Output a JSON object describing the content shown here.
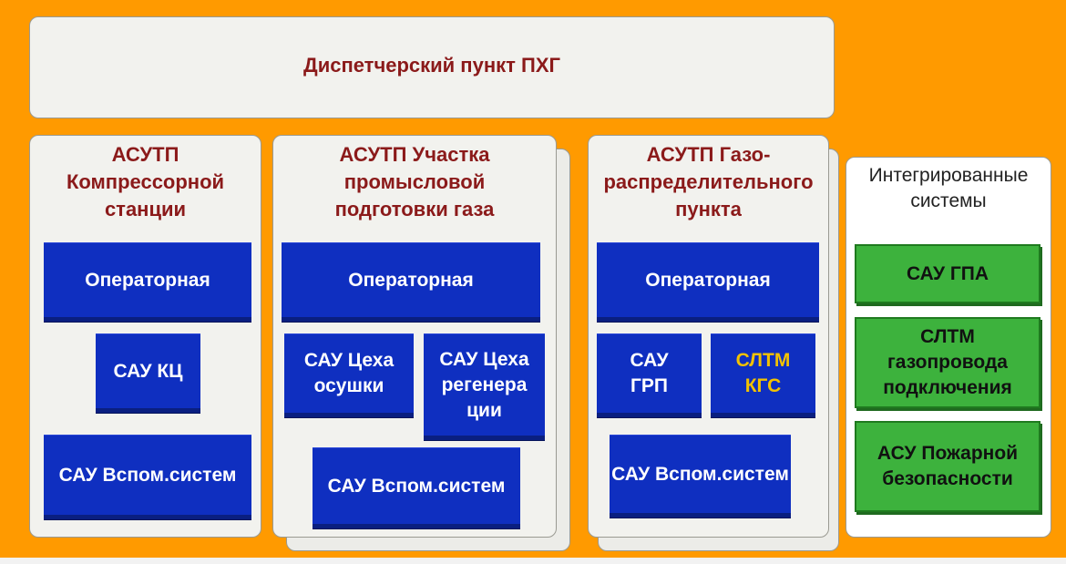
{
  "top": {
    "title": "Диспетчерский пункт ПХГ"
  },
  "columns": {
    "ks": {
      "title": "АСУТП Компрессорной станции",
      "operator": "Операторная",
      "sau_kc": "САУ КЦ",
      "aux": "САУ Вспом.систем"
    },
    "upg": {
      "title": "АСУТП Участка промысловой подготовки газа",
      "operator": "Операторная",
      "drying": "САУ Цеха осушки",
      "regen": "САУ Цеха регенера ции",
      "aux": "САУ Вспом.систем"
    },
    "grp": {
      "title": "АСУТП Газо-распределительного пункта",
      "operator": "Операторная",
      "sau_grp": "САУ ГРП",
      "sltm_kgs": "СЛТМ КГС",
      "aux": "САУ Вспом.систем"
    },
    "integrated": {
      "title": "Интегрированные системы",
      "items": [
        "САУ ГПА",
        "СЛТМ газопровода подключения",
        "АСУ Пожарной безопасности"
      ]
    }
  },
  "colors": {
    "background": "#FF9A00",
    "panel": "#F2F2EE",
    "title_red": "#8B1A1A",
    "box_blue": "#0F2FC0",
    "box_green": "#3DB23D",
    "highlight_yellow": "#F2C200"
  }
}
